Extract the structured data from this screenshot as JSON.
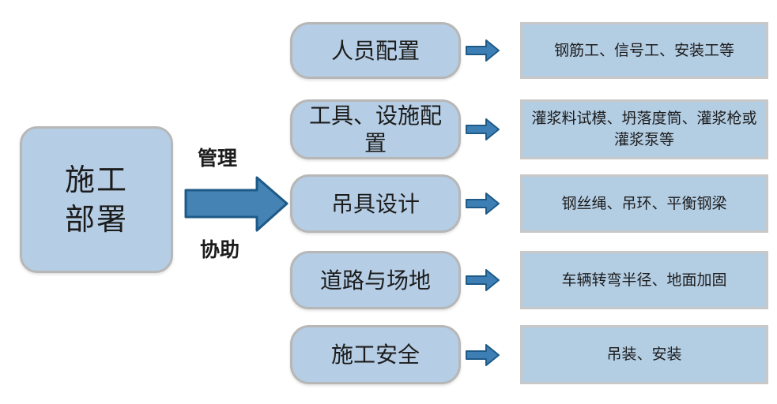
{
  "diagram": {
    "title_semantic": "construction-deployment-flowchart",
    "root": {
      "line1": "施工",
      "line2": "部署"
    },
    "main_arrow": {
      "top_label": "管理",
      "bottom_label": "协助"
    },
    "rows": [
      {
        "label": "人员配置",
        "detail": "钢筋工、信号工、安装工等"
      },
      {
        "label": "工具、设施配置",
        "detail": "灌浆料试模、坍落度筒、灌浆枪或灌浆泵等"
      },
      {
        "label": "吊具设计",
        "detail": "钢丝绳、吊环、平衡钢梁"
      },
      {
        "label": "道路与场地",
        "detail": "车辆转弯半径、地面加固"
      },
      {
        "label": "施工安全",
        "detail": "吊装、安装"
      }
    ],
    "colors": {
      "node_fill": "#b6cee5",
      "detail_fill": "#b3cde3",
      "node_border": "#b7b7b7",
      "detail_border": "#c8c8c8",
      "arrow_fill": "#4583b5",
      "arrow_stroke": "#1e5a87",
      "text": "#1c1c1c",
      "background": "#ffffff"
    }
  }
}
